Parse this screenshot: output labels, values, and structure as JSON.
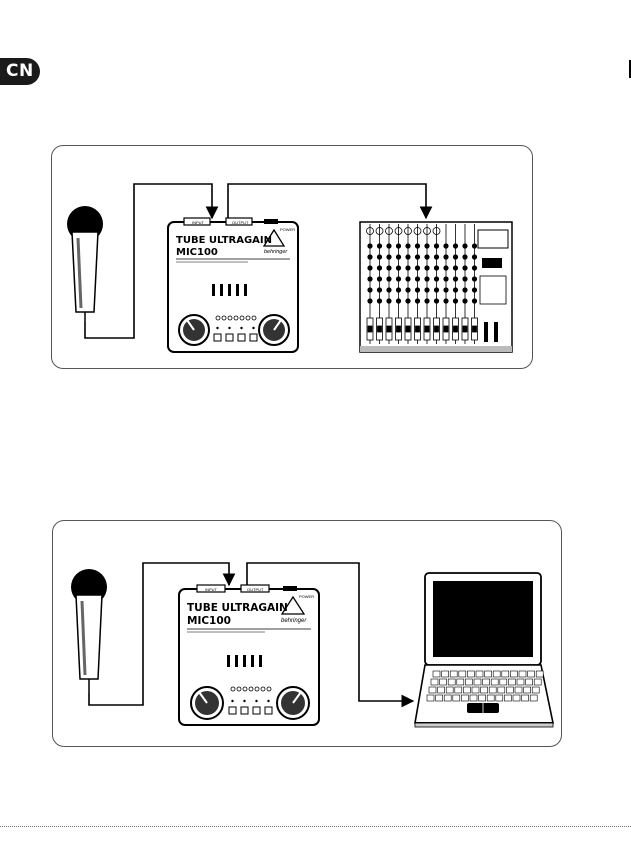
{
  "page": {
    "language_tab": "CN"
  },
  "diagrams": [
    {
      "devices": {
        "preamp": {
          "title_line1": "TUBE ULTRAGAIN",
          "title_line2": "MIC100",
          "brand": "behringer",
          "jack_in": "INPUT",
          "jack_out": "OUTPUT",
          "power": "POWER"
        }
      }
    },
    {
      "devices": {
        "preamp": {
          "title_line1": "TUBE ULTRAGAIN",
          "title_line2": "MIC100",
          "brand": "behringer",
          "jack_in": "INPUT",
          "jack_out": "OUTPUT",
          "power": "POWER"
        }
      }
    }
  ],
  "icons": [
    "microphone-icon",
    "preamp-device",
    "mixer-device",
    "laptop-icon",
    "arrow-icon"
  ],
  "colors": {
    "line": "#000000",
    "tab_bg": "#1a1a1a",
    "device_fill": "#ffffff"
  }
}
